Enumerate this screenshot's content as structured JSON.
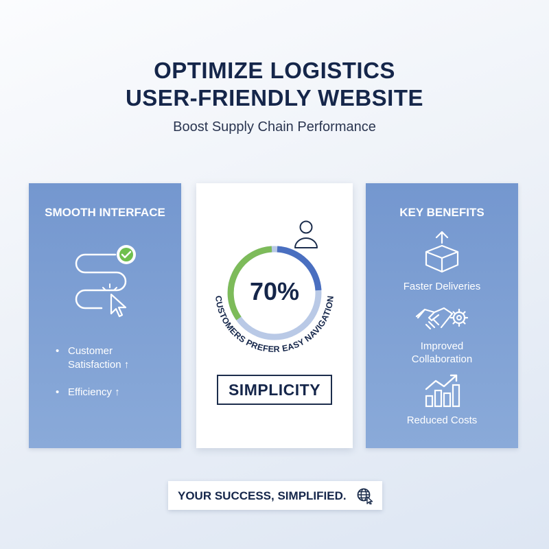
{
  "header": {
    "title_line1": "OPTIMIZE LOGISTICS",
    "title_line2": "USER-FRIENDLY WEBSITE",
    "subtitle": "Boost Supply Chain Performance"
  },
  "left_panel": {
    "title": "SMOOTH INTERFACE",
    "icon": "path-checkmark-cursor-icon",
    "bullets": [
      {
        "line1": "Customer",
        "line2": "Satisfaction ↑"
      },
      {
        "line1": "Efficiency ↑"
      }
    ]
  },
  "center_panel": {
    "percentage": "70%",
    "percentage_value": 0.7,
    "arc_caption": "CUSTOMERS PREFER EASY NAVIGATION",
    "user_icon": "user-icon",
    "badge": "SIMPLICITY",
    "colors": {
      "green": "#7dbb5a",
      "blue": "#4a6fc0",
      "track": "#b9c9e6"
    }
  },
  "right_panel": {
    "title": "KEY BENEFITS",
    "benefits": [
      {
        "icon": "package-icon",
        "label": "Faster Deliveries"
      },
      {
        "icon": "handshake-gear-icon",
        "label": "Improved Collaboration",
        "line1": "Improved",
        "line2": "Collaboration"
      },
      {
        "icon": "bar-chart-growth-icon",
        "label": "Reduced Costs"
      }
    ]
  },
  "footer": {
    "text": "YOUR SUCCESS, SIMPLIFIED.",
    "icon": "globe-cursor-icon"
  }
}
